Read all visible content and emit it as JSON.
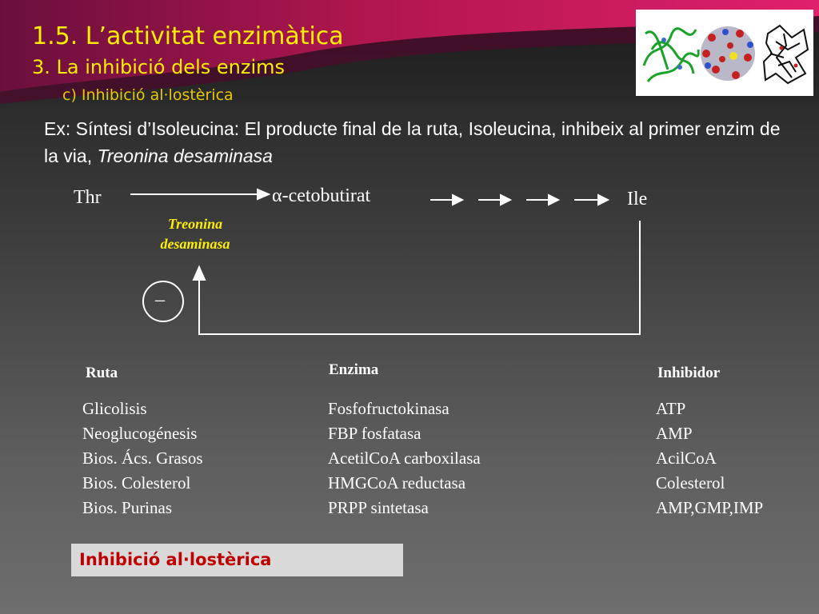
{
  "slide": {
    "title": "1.5. L’activitat enzimàtica",
    "subtitle": "3. La inhibició dels enzims",
    "subsubtitle": "c) Inhibició al·lostèrica",
    "body_plain": "Ex: Síntesi d’Isoleucina: El producte final de la ruta, Isoleucina, inhibeix al primer enzim de la via, ",
    "body_italic": "Treonina desaminasa"
  },
  "pathway": {
    "substrate": "Thr",
    "intermediate": "α-cetobutirat",
    "product": "Ile",
    "enzyme_line1": "Treonina",
    "enzyme_line2": "desaminasa",
    "inhibition_sign": "–"
  },
  "table": {
    "headers": {
      "ruta": "Ruta",
      "enzima": "Enzima",
      "inhibidor": "Inhibidor"
    },
    "ruta": [
      "Glicolisis",
      "Neoglucogénesis",
      "Bios. Ács. Grasos",
      "Bios. Colesterol",
      "Bios. Purinas"
    ],
    "enzima": [
      "Fosfofructokinasa",
      "FBP fosfatasa",
      "AcetilCoA carboxilasa",
      "HMGCoA reductasa",
      "PRPP sintetasa"
    ],
    "inhibidor": [
      "ATP",
      "AMP",
      "AcilCoA",
      "Colesterol",
      "AMP,GMP,IMP"
    ]
  },
  "footer": {
    "label": "Inhibició al·lostèrica"
  },
  "colors": {
    "title": "#ffee00",
    "enzyme_label": "#ffee00",
    "footer_text": "#c00000",
    "banner_magenta": "#c2185b"
  }
}
